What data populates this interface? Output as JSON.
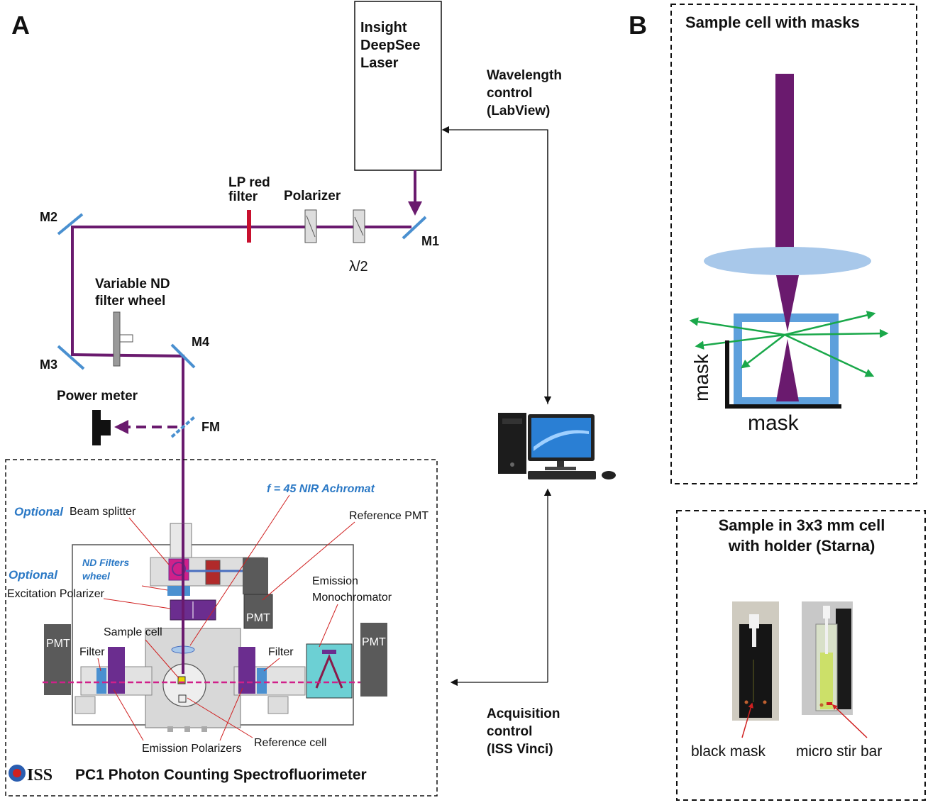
{
  "panel_a": {
    "letter": "A",
    "laser": [
      "Insight",
      "DeepSee",
      "Laser"
    ],
    "wavelength_control": [
      "Wavelength",
      "control",
      "(LabView)"
    ],
    "acquisition_control": [
      "Acquisition",
      "control",
      "(ISS Vinci)"
    ],
    "mirrors": {
      "m1": "M1",
      "m2": "M2",
      "m3": "M3",
      "m4": "M4",
      "fm": "FM"
    },
    "lp_red_filter": [
      "LP red",
      "filter"
    ],
    "polarizer": "Polarizer",
    "half_wave": "λ/2",
    "nd_wheel": [
      "Variable ND",
      "filter wheel"
    ],
    "power_meter": "Power meter",
    "spectro": {
      "achromat": "f = 45 NIR Achromat",
      "optional_1": "Optional",
      "beam_splitter": "Beam splitter",
      "reference_pmt": "Reference PMT",
      "nd_filters_wheel": [
        "ND Filters",
        "wheel"
      ],
      "optional_2": "Optional",
      "excitation_polarizer": "Excitation Polarizer",
      "emission_mono": [
        "Emission",
        "Monochromator"
      ],
      "sample_cell": "Sample cell",
      "filter_left": "Filter",
      "filter_right": "Filter",
      "pmt": "PMT",
      "emission_polarizers": "Emission Polarizers",
      "reference_cell": "Reference cell",
      "iss_logo": "ISS",
      "title": "PC1 Photon Counting Spectrofluorimeter"
    }
  },
  "panel_b": {
    "letter": "B",
    "top_title": "Sample cell with masks",
    "mask_vertical": "mask",
    "mask_horizontal": "mask",
    "bottom_title": [
      "Sample in 3x3 mm cell",
      "with holder (Starna)"
    ],
    "black_mask": "black mask",
    "micro_stir_bar": "micro stir bar"
  },
  "colors": {
    "beam": "#6a1a6e",
    "mirror": "#4a90d0",
    "lens": "#a8c8ea",
    "cell_blue": "#5ea0dc",
    "green_arrow": "#1aa84a",
    "red_filter": "#c8102e",
    "pmt_gray": "#5a5a5a",
    "monochromator": "#6cd0d4",
    "polarizer_purple": "#6b2d8f",
    "label_blue": "#2a78c5"
  }
}
